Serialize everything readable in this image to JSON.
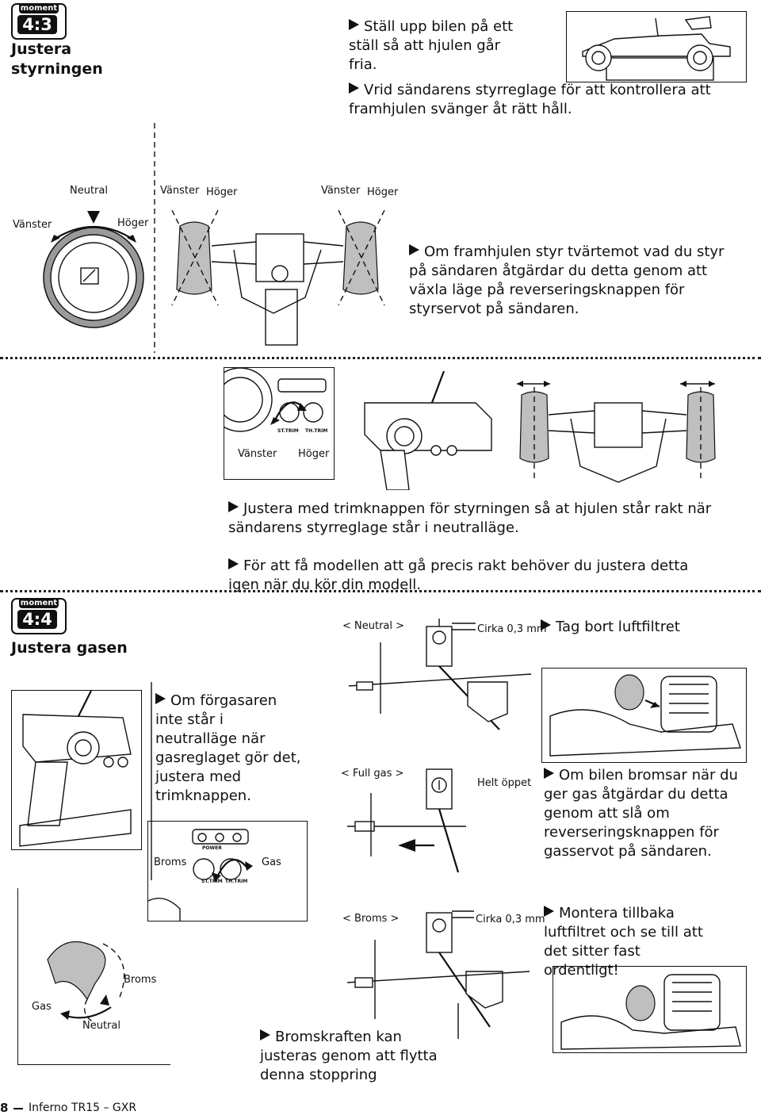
{
  "badge_word": "moment",
  "section43": {
    "badge": "4:3",
    "title_line1": "Justera",
    "title_line2": "styrningen",
    "step1": "Ställ upp bilen på ett ställ så att hjulen går fria.",
    "step2": "Vrid sändarens styrreglage för att kontrollera att framhjulen svänger åt rätt håll.",
    "wheel_labels": {
      "neutral": "Neutral",
      "left": "Vänster",
      "right": "Höger"
    },
    "chassis_labels": [
      "Vänster",
      "Höger",
      "Vänster",
      "Höger"
    ],
    "step3": "Om framhjulen styr tvärtemot vad du styr på sändaren åtgärdar du detta genom att växla läge på reverseringsknappen för styrservot på sändaren.",
    "trim_labels": {
      "left": "Vänster",
      "right": "Höger",
      "st_trim": "ST.TRIM",
      "th_trim": "TH.TRIM"
    },
    "step4": "Justera med trimknappen för styrningen så at hjulen står rakt när sändarens styrreglage står i neutralläge.",
    "step5": "För att få modellen att gå precis rakt behöver du justera detta igen när du kör din modell."
  },
  "section44": {
    "badge": "4:4",
    "title": "Justera gasen",
    "neutral_label": "< Neutral >",
    "cirka1": "Cirka 0,3 mm",
    "remove_filter": "Tag bort luftfiltret",
    "trim_note": "Om förgasaren inte står i neutralläge när gasreglaget gör det, justera med trimknappen.",
    "full_gas_label": "< Full gas >",
    "fully_open": "Helt öppet",
    "brake_note": "Om bilen bromsar när du ger gas åtgärdar du detta genom att slå om reverseringsknappen för gasservot på sändaren.",
    "trim_box": {
      "broms": "Broms",
      "gas": "Gas",
      "power": "POWER",
      "st_trim": "ST.TRIM",
      "th_trim": "TH.TRIM"
    },
    "brake_label": "< Broms >",
    "cirka2": "Cirka 0,3 mm",
    "refit_filter": "Montera tillbaka luftfiltret och se till att det sitter fast ordentligt!",
    "trigger_labels": {
      "gas": "Gas",
      "broms": "Broms",
      "neutral": "Neutral"
    },
    "stopring_note": "Bromskraften kan justeras genom att flytta denna stoppring"
  },
  "footer": {
    "page": "8",
    "model": "Inferno TR15 – GXR"
  }
}
